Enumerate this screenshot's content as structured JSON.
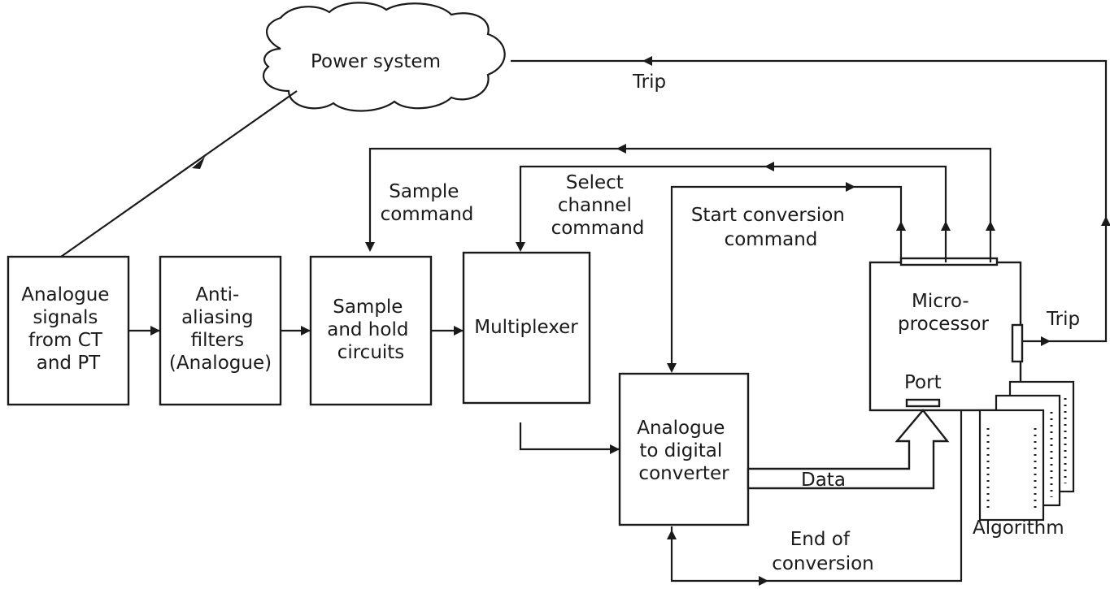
{
  "cloud": {
    "label": "Power system"
  },
  "boxes": {
    "analogue_signals": [
      "Analogue",
      "signals",
      "from CT",
      "and PT"
    ],
    "anti_aliasing": [
      "Anti-",
      "aliasing",
      "filters",
      "(Analogue)"
    ],
    "sample_hold": [
      "Sample",
      "and hold",
      "circuits"
    ],
    "multiplexer": [
      "Multiplexer"
    ],
    "adc": [
      "Analogue",
      "to digital",
      "converter"
    ],
    "microprocessor": [
      "Micro-",
      "processor"
    ]
  },
  "labels": {
    "trip_top": "Trip",
    "trip_right": "Trip",
    "sample_command": [
      "Sample",
      "command"
    ],
    "select_channel": [
      "Select",
      "channel",
      "command"
    ],
    "start_conversion": [
      "Start conversion",
      "command"
    ],
    "port": "Port",
    "data": "Data",
    "end_of_conversion": [
      "End of",
      "conversion"
    ],
    "algorithm": "Algorithm"
  }
}
